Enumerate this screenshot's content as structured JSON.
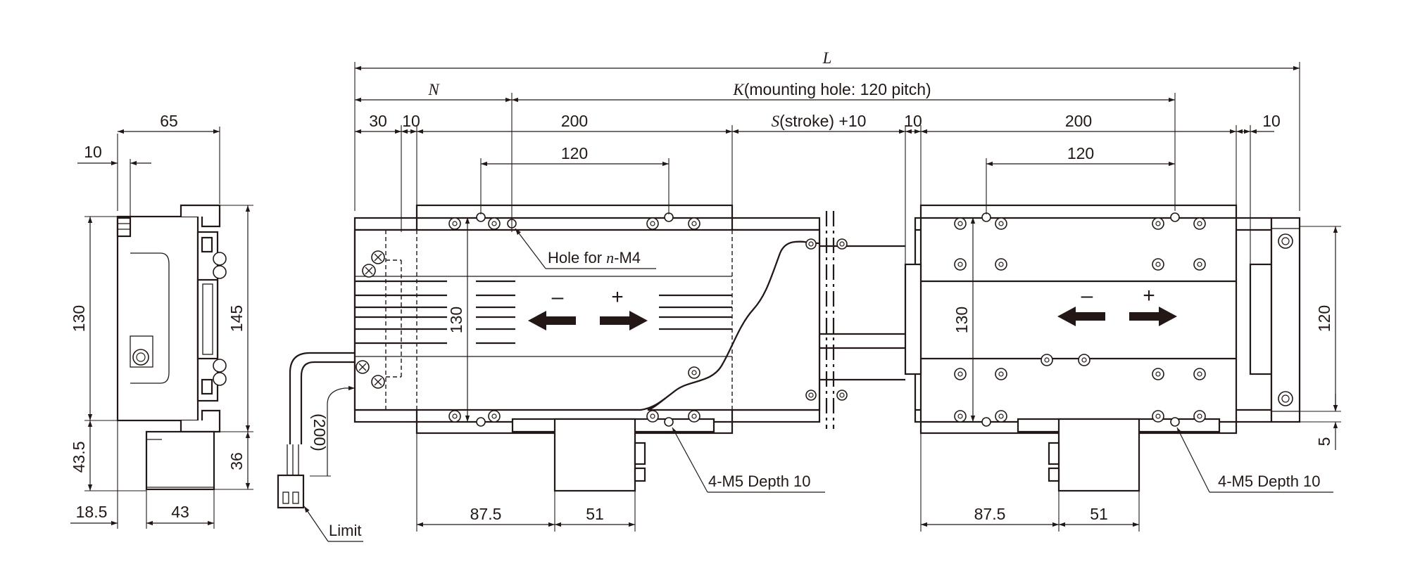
{
  "labels": {
    "L": "L",
    "N": "N",
    "K_var": "K",
    "K_note": "(mounting hole: 120 pitch)",
    "S_var": "S",
    "S_note": "(stroke) +10",
    "hole_prefix": "Hole for ",
    "hole_var": "n",
    "hole_suffix": "-M4",
    "m5_left": "4-M5 Depth 10",
    "m5_right": "4-M5 Depth 10",
    "limit": "Limit",
    "minus": "–",
    "plus": "+"
  },
  "dimensions": {
    "side_65": "65",
    "side_10": "10",
    "side_130": "130",
    "side_145": "145",
    "side_43_5": "43.5",
    "side_36": "36",
    "side_18_5": "18.5",
    "side_43": "43",
    "cable_200": "(200)",
    "d30": "30",
    "d10a": "10",
    "d200a": "200",
    "d120a": "120",
    "d10b": "10",
    "d200b": "200",
    "d120b": "120",
    "d10c": "10",
    "mid_130": "130",
    "mid_130b": "130",
    "right_120": "120",
    "right_5": "5",
    "b87_5a": "87.5",
    "b51a": "51",
    "b87_5b": "87.5",
    "b51b": "51"
  }
}
